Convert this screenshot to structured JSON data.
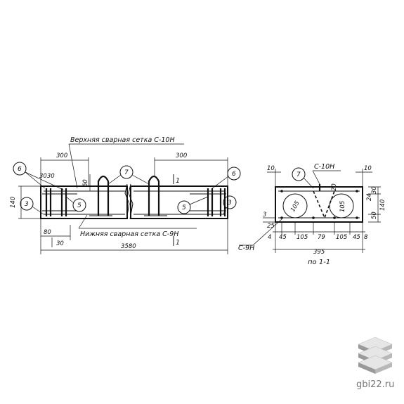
{
  "labels": {
    "top_mesh": "Верхняя сварная сетка С-10Н",
    "bottom_mesh": "Нижняя сварная сетка С-9Н",
    "section_caption": "по 1-1",
    "section_mark_top": "1",
    "section_mark_bottom": "1",
    "mesh_top_section": "С-10Н",
    "mesh_bottom_section": "С-9Н"
  },
  "callouts": {
    "c6_left": "6",
    "c3_left": "3",
    "c5_left": "5",
    "c7_left": "7",
    "c7_right": "7",
    "c5_right": "5",
    "c6_right": "6",
    "c3_right": "3",
    "c7_section": "7"
  },
  "dims_front": {
    "d300_left": "300",
    "d300_right": "300",
    "d3030": "3030",
    "d140": "140",
    "d60": "60",
    "d80": "80",
    "d30": "30",
    "d3580": "3580"
  },
  "dims_section": {
    "d10_left": "10",
    "d10_right": "10",
    "d20": "20",
    "d30_top": "30",
    "d24": "24",
    "d140": "140",
    "d50": "50",
    "d3": "3",
    "d25": "25",
    "d4": "4",
    "d45_left": "45",
    "d105_left": "105",
    "d79": "79",
    "d105_right": "105",
    "d45_right": "45",
    "d8": "8",
    "d395": "395",
    "circle_left": "105",
    "circle_right": "105"
  },
  "watermark": {
    "site": "gbi22.ru",
    "icon": "stacked-slabs-logo"
  }
}
